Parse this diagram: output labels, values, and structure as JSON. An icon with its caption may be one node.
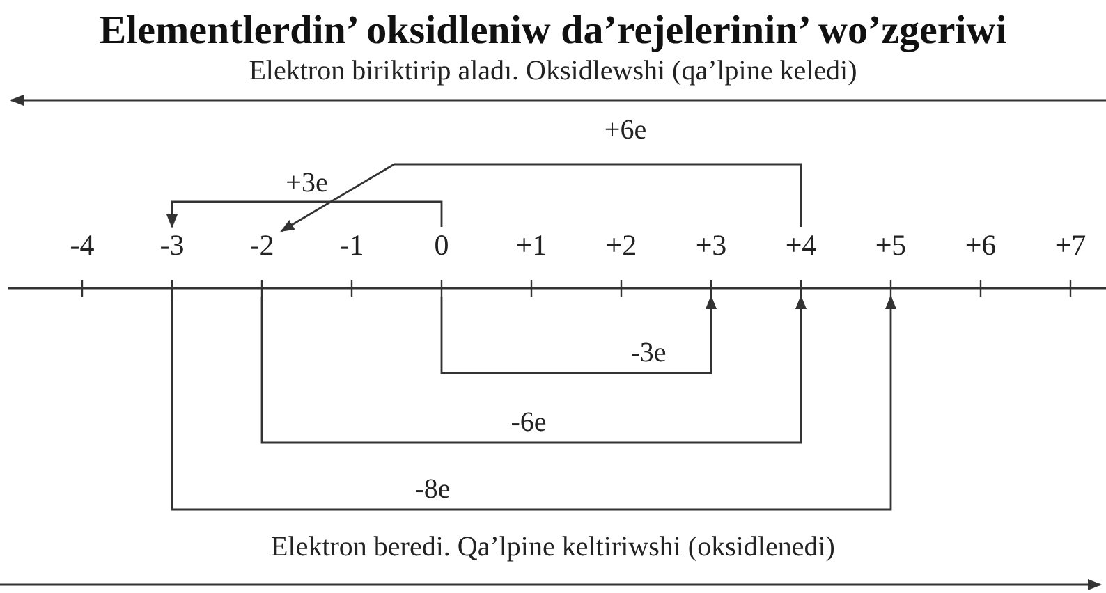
{
  "diagram": {
    "title": "Elementlerdin’ oksidleniw da’rejelerinin’ wo’zgeriwi",
    "nodes": [
      {
        "text": [
          "-4"
        ]
      },
      {
        "text": [
          "-3"
        ]
      },
      {
        "text": [
          "-2"
        ]
      },
      {
        "text": [
          "-1"
        ]
      },
      {
        "text": [
          "0"
        ]
      },
      {
        "text": [
          "+1"
        ]
      },
      {
        "text": [
          "+2"
        ]
      },
      {
        "text": [
          "+3"
        ]
      },
      {
        "text": [
          "+4"
        ]
      },
      {
        "text": [
          "+5"
        ]
      },
      {
        "text": [
          "+6"
        ]
      },
      {
        "text": [
          "+7"
        ]
      }
    ],
    "edges": [
      {
        "from": 4,
        "to": 1,
        "arrow": "to",
        "label": "+3e"
      },
      {
        "from": 8,
        "to": 2,
        "arrow": "to",
        "label": "+6e"
      },
      {
        "from": 4,
        "to": 7,
        "arrow": "to",
        "label": "-3e"
      },
      {
        "from": 2,
        "to": 8,
        "arrow": "to",
        "label": "-6e"
      },
      {
        "from": 1,
        "to": 9,
        "arrow": "to",
        "label": "-8e"
      }
    ],
    "labels": [
      "Elektron biriktirip  aladı. Oksidlewshi (qa’lpine keledi)",
      "Elektron beredi. Qa’lpine keltiriwshi (oksidlenedi)"
    ]
  }
}
